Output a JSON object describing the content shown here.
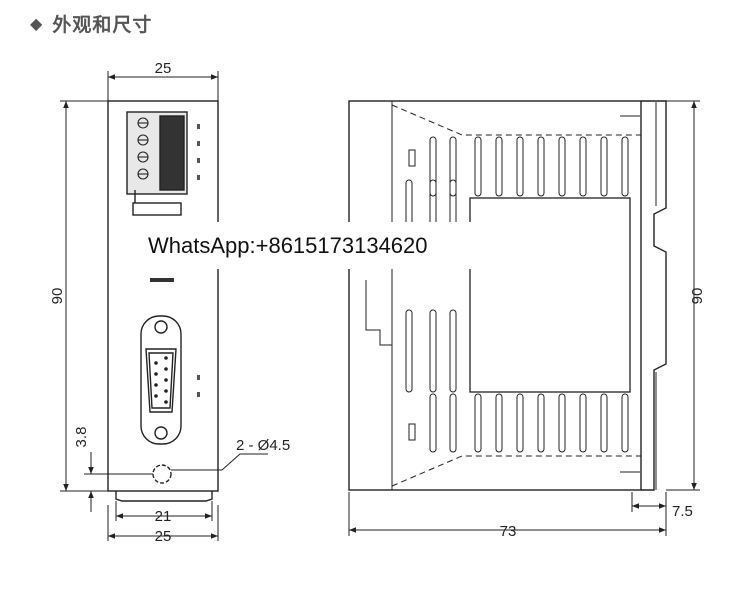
{
  "header": {
    "bullet_icon": "diamond-bullet-icon",
    "title": "外观和尺寸"
  },
  "dimensions": {
    "front_width_top": "25",
    "front_height": "90",
    "front_offset": "3.8",
    "front_bottom_inner": "21",
    "front_bottom_outer": "25",
    "hole_callout": "2 - Ø4.5",
    "side_height": "90",
    "side_depth": "73",
    "side_rail": "7.5"
  },
  "watermark": {
    "text": "WhatsApp:+8615173134620"
  },
  "colors": {
    "line": "#222222",
    "background": "#ffffff"
  }
}
